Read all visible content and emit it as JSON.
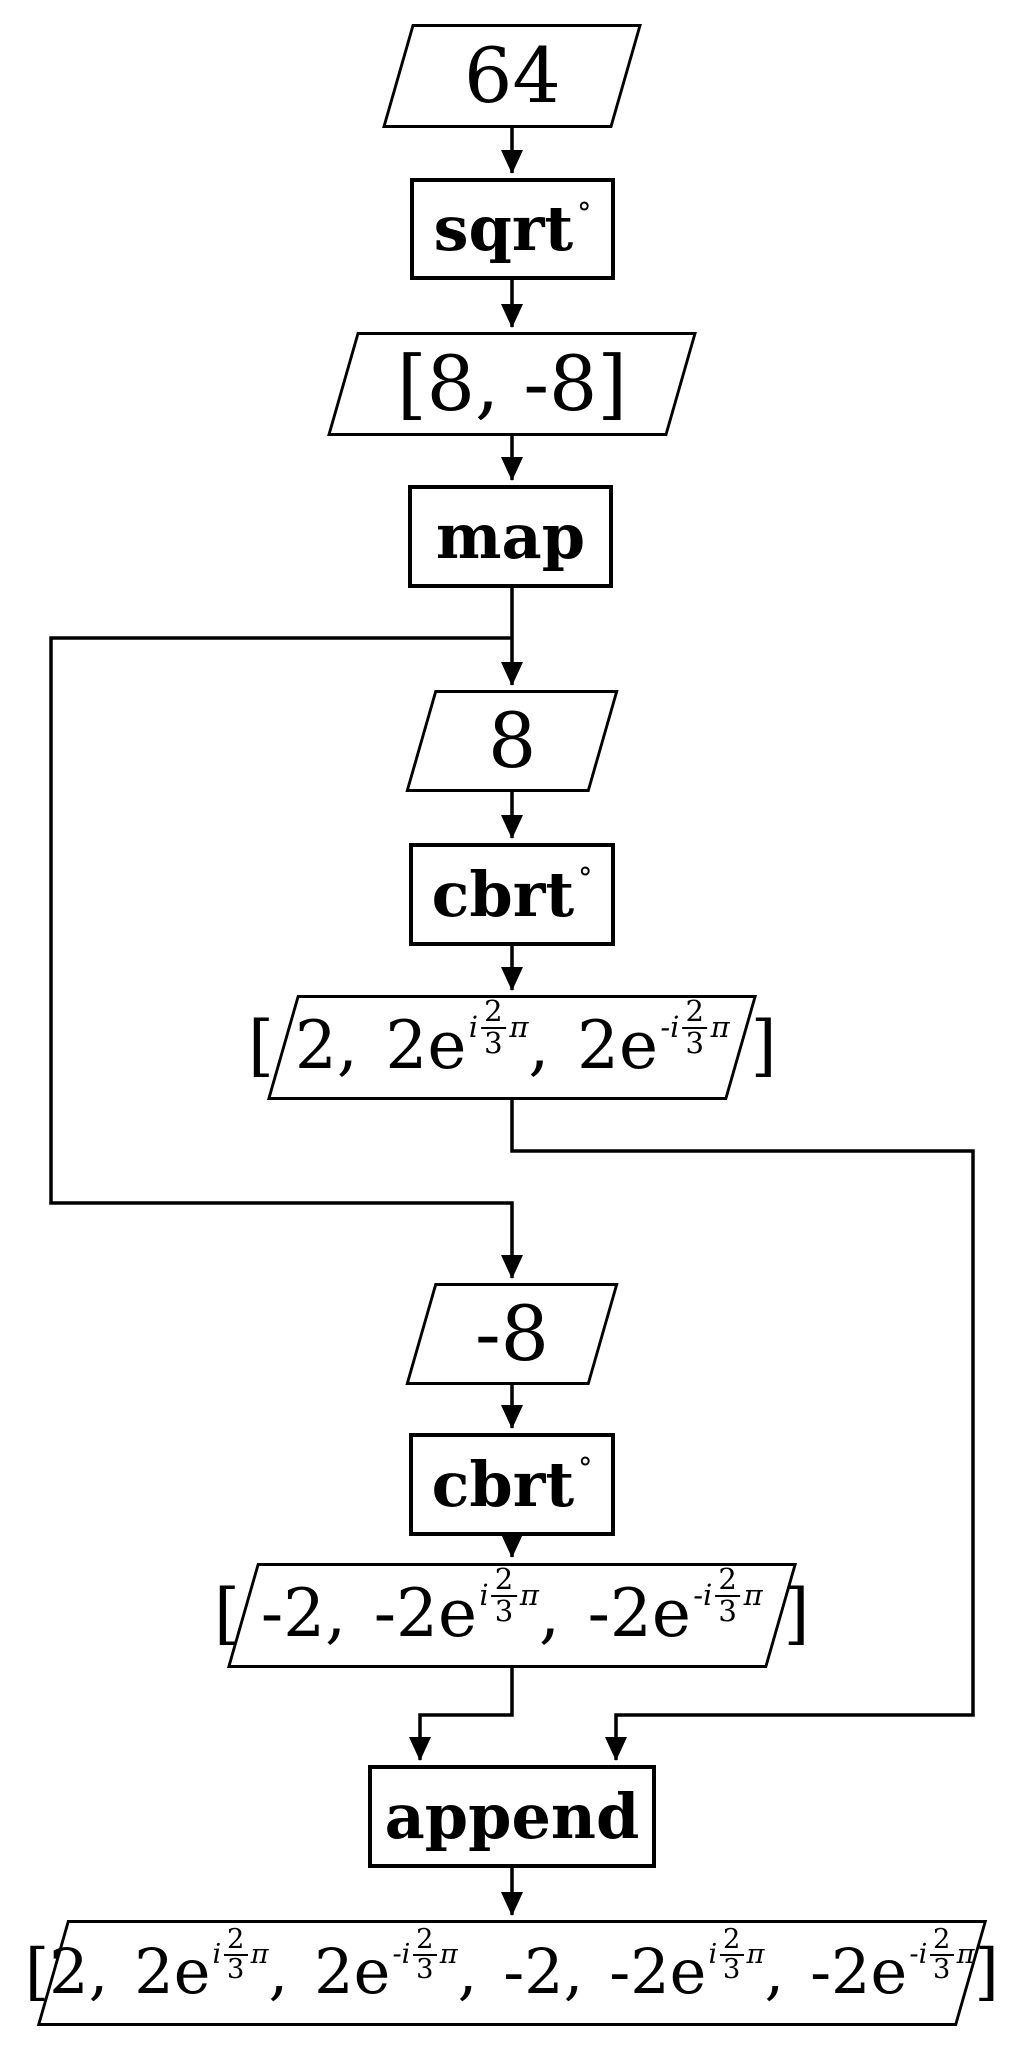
{
  "colors": {
    "line": "#000000",
    "background": "#ffffff"
  },
  "diagram": {
    "nodes": {
      "input64": {
        "label": "64"
      },
      "sqrt": {
        "label": "sqrt",
        "ring": "°"
      },
      "sqrt_out": {
        "label": "[8, -8]"
      },
      "map": {
        "label": "map"
      },
      "pos8": {
        "label": "8"
      },
      "cbrt_pos": {
        "label": "cbrt",
        "ring": "°"
      },
      "cbrt_pos_out": {
        "open": "[ ",
        "close": " ]",
        "sep": ", ",
        "terms": [
          {
            "base": "2"
          },
          {
            "base": "2e",
            "exp": {
              "pre": "i",
              "num": "2",
              "den": "3",
              "post": "π"
            }
          },
          {
            "base": "2e",
            "exp": {
              "pre": "-i",
              "num": "2",
              "den": "3",
              "post": "π"
            }
          }
        ]
      },
      "neg8": {
        "label": "-8"
      },
      "cbrt_neg": {
        "label": "cbrt",
        "ring": "°"
      },
      "cbrt_neg_out": {
        "open": "[ ",
        "close": " ]",
        "sep": ", ",
        "terms": [
          {
            "base": "-2"
          },
          {
            "base": "-2e",
            "exp": {
              "pre": "i",
              "num": "2",
              "den": "3",
              "post": "π"
            }
          },
          {
            "base": "-2e",
            "exp": {
              "pre": "-i",
              "num": "2",
              "den": "3",
              "post": "π"
            }
          }
        ]
      },
      "append": {
        "label": "append"
      },
      "final_out": {
        "open": "[",
        "close": "]",
        "sep": ", ",
        "terms": [
          {
            "base": "2"
          },
          {
            "base": "2e",
            "exp": {
              "pre": "i",
              "num": "2",
              "den": "3",
              "post": "π"
            }
          },
          {
            "base": "2e",
            "exp": {
              "pre": "-i",
              "num": "2",
              "den": "3",
              "post": "π"
            }
          },
          {
            "base": "-2"
          },
          {
            "base": "-2e",
            "exp": {
              "pre": "i",
              "num": "2",
              "den": "3",
              "post": "π"
            }
          },
          {
            "base": "-2e",
            "exp": {
              "pre": "-i",
              "num": "2",
              "den": "3",
              "post": "π"
            }
          }
        ]
      }
    }
  }
}
